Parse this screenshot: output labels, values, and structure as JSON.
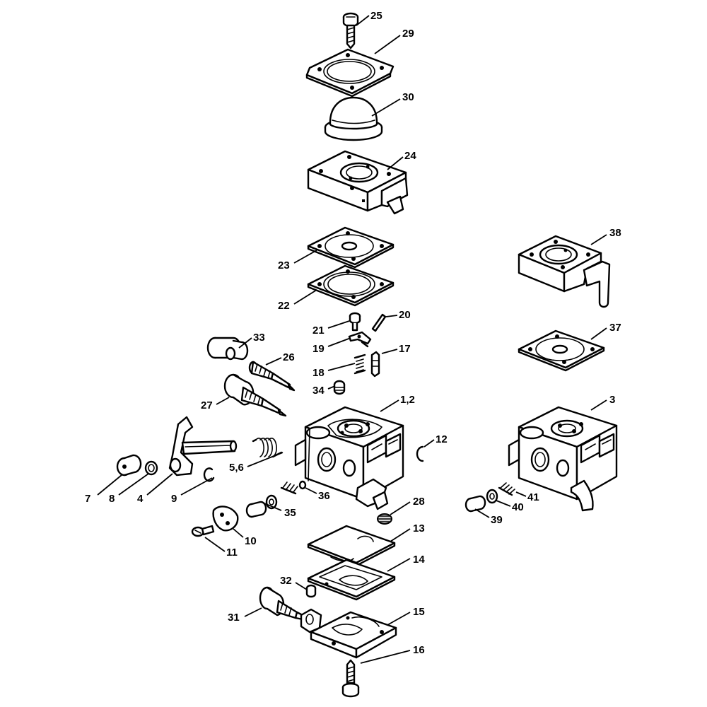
{
  "callouts": [
    {
      "id": "c25",
      "label": "25"
    },
    {
      "id": "c29",
      "label": "29"
    },
    {
      "id": "c30",
      "label": "30"
    },
    {
      "id": "c24",
      "label": "24"
    },
    {
      "id": "c23",
      "label": "23"
    },
    {
      "id": "c22",
      "label": "22"
    },
    {
      "id": "c21",
      "label": "21"
    },
    {
      "id": "c20",
      "label": "20"
    },
    {
      "id": "c19",
      "label": "19"
    },
    {
      "id": "c17",
      "label": "17"
    },
    {
      "id": "c18",
      "label": "18"
    },
    {
      "id": "c34",
      "label": "34"
    },
    {
      "id": "c33",
      "label": "33"
    },
    {
      "id": "c26",
      "label": "26"
    },
    {
      "id": "c27",
      "label": "27"
    },
    {
      "id": "c12",
      "label": "1,2"
    },
    {
      "id": "c12b",
      "label": "12"
    },
    {
      "id": "c56",
      "label": "5,6"
    },
    {
      "id": "c7",
      "label": "7"
    },
    {
      "id": "c8",
      "label": "8"
    },
    {
      "id": "c4",
      "label": "4"
    },
    {
      "id": "c9",
      "label": "9"
    },
    {
      "id": "c36",
      "label": "36"
    },
    {
      "id": "c35",
      "label": "35"
    },
    {
      "id": "c28",
      "label": "28"
    },
    {
      "id": "c10",
      "label": "10"
    },
    {
      "id": "c11",
      "label": "11"
    },
    {
      "id": "c13",
      "label": "13"
    },
    {
      "id": "c14",
      "label": "14"
    },
    {
      "id": "c32",
      "label": "32"
    },
    {
      "id": "c31",
      "label": "31"
    },
    {
      "id": "c15",
      "label": "15"
    },
    {
      "id": "c16",
      "label": "16"
    },
    {
      "id": "c38",
      "label": "38"
    },
    {
      "id": "c37",
      "label": "37"
    },
    {
      "id": "c3",
      "label": "3"
    },
    {
      "id": "c41",
      "label": "41"
    },
    {
      "id": "c40",
      "label": "40"
    },
    {
      "id": "c39",
      "label": "39"
    }
  ]
}
